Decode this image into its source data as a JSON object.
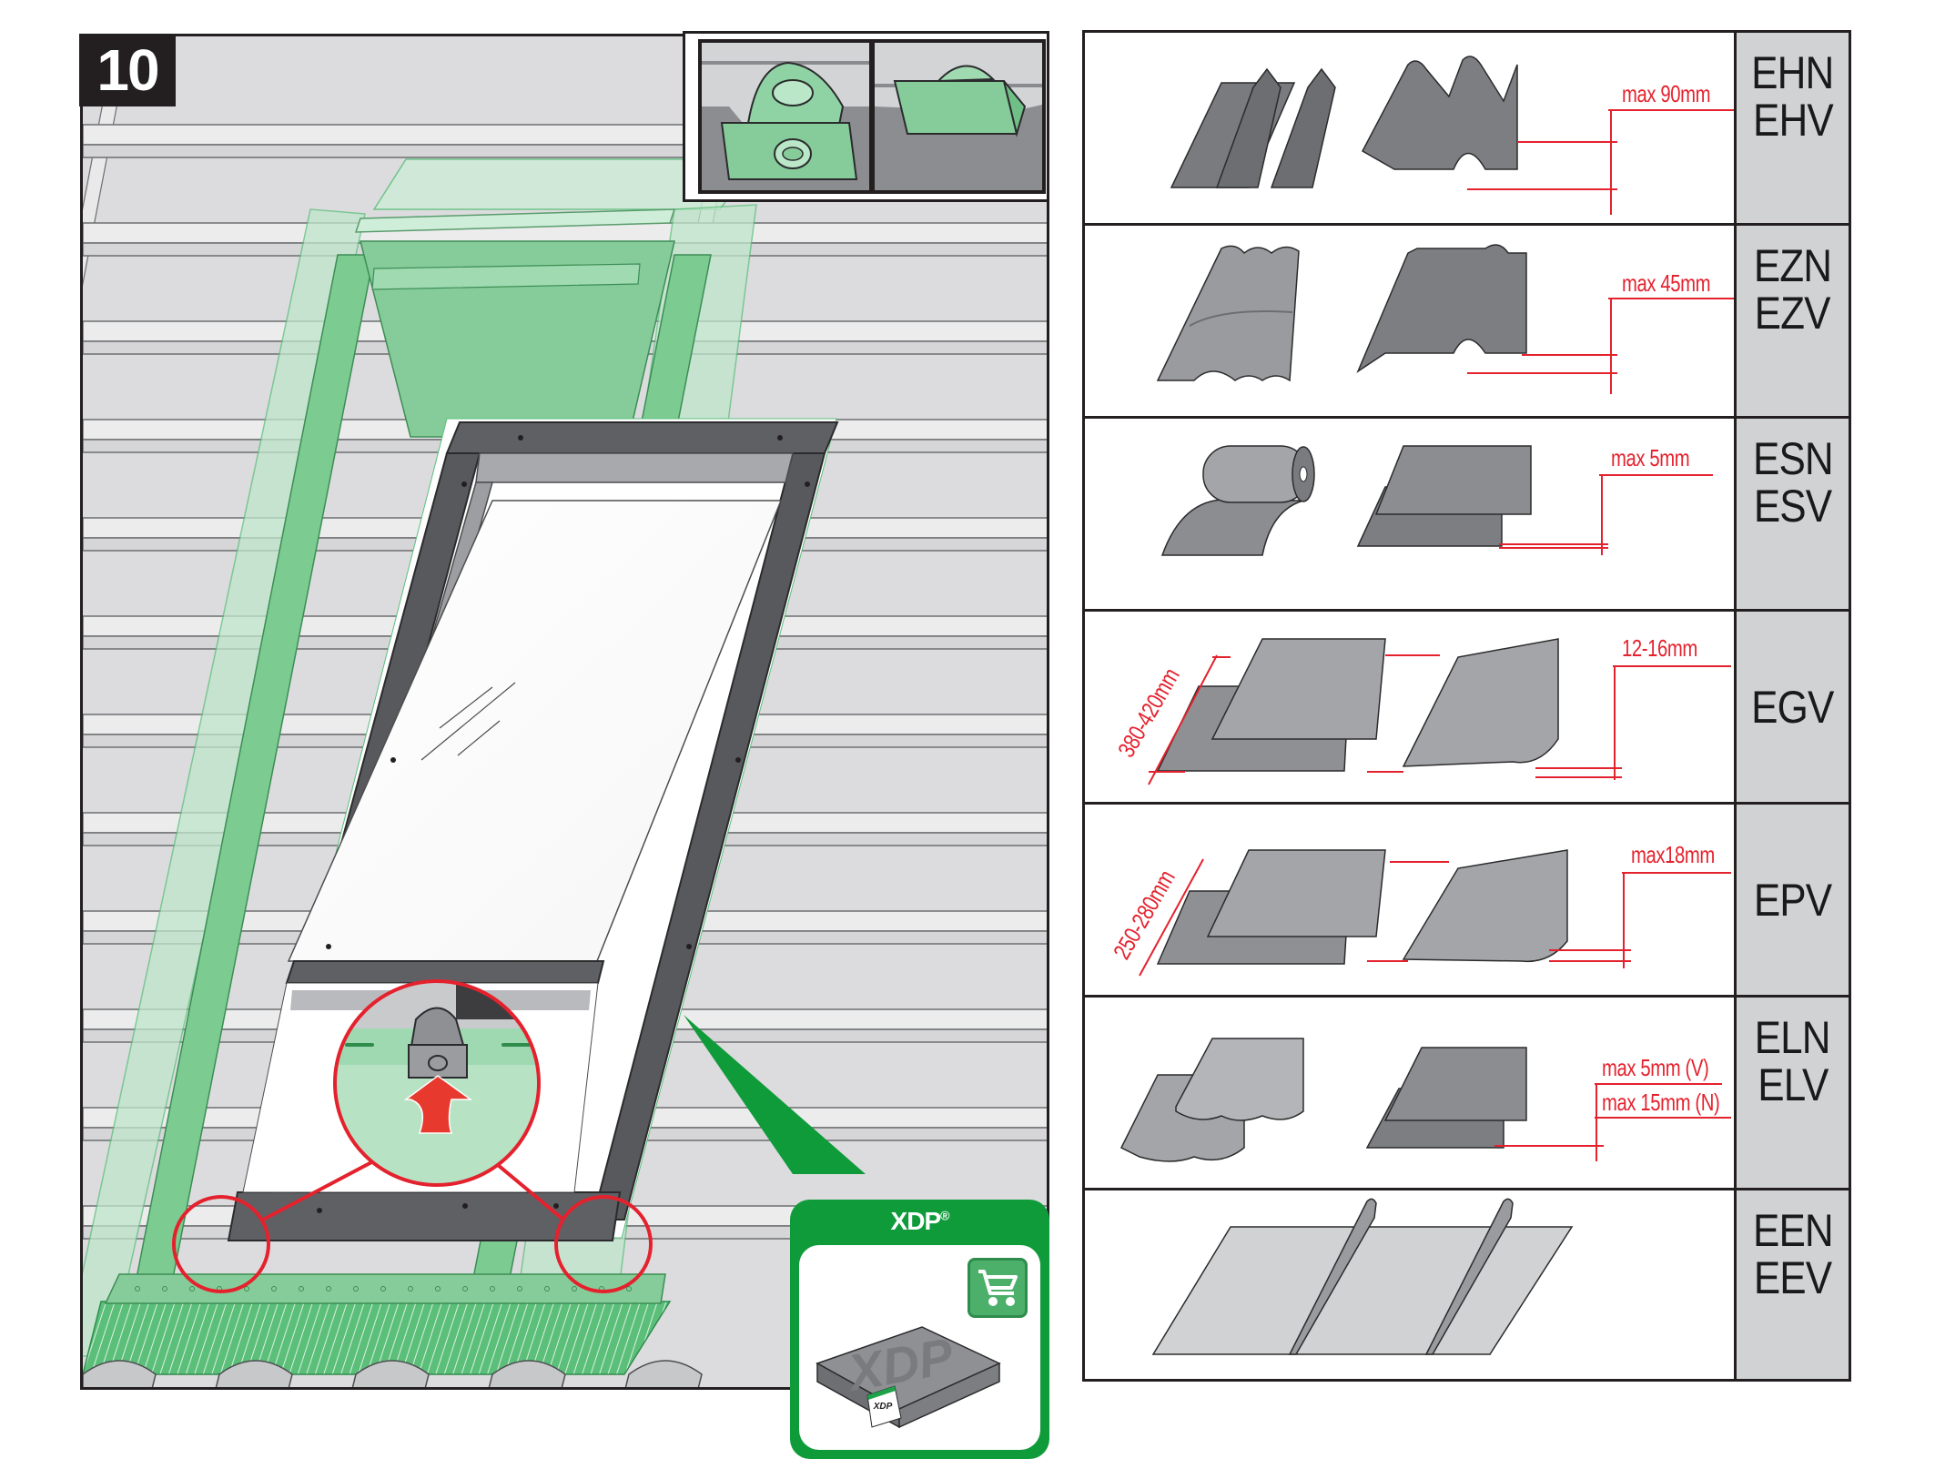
{
  "step": {
    "number": "10"
  },
  "product_callout": {
    "title": "XDP",
    "trademark": "®",
    "box_label": "XDP",
    "sticker_label": "XDP",
    "cart_icon": "shopping-cart-icon"
  },
  "colors": {
    "flashing_green": "#86cc9a",
    "flashing_light": "#cdebd6",
    "brand_green": "#0f9b3a",
    "frame_dark": "#5f6064",
    "highlight_red": "#e4222e",
    "code_cell_bg": "#d1d2d4",
    "roof_gray": "#dcdcde"
  },
  "table": {
    "rows": [
      {
        "codes": [
          "EHN",
          "EHV"
        ],
        "dimension": "max 90mm",
        "materials": [
          "profiled-metal-sheet",
          "high-profile-tile"
        ]
      },
      {
        "codes": [
          "EZN",
          "EZV"
        ],
        "dimension": "max 45mm",
        "materials": [
          "interlocking-tile",
          "low-profile-tile"
        ]
      },
      {
        "codes": [
          "ESN",
          "ESV"
        ],
        "dimension": "max 5mm",
        "materials": [
          "roll-roofing",
          "flat-shingles"
        ]
      },
      {
        "codes": [
          "EGV"
        ],
        "dimension": "12-16mm",
        "dimension_left": "380-420mm",
        "materials": [
          "plain-tiles-double-lap",
          "beaver-tail-double-lap"
        ]
      },
      {
        "codes": [
          "EPV"
        ],
        "dimension": "max18mm",
        "dimension_left": "250-280mm",
        "materials": [
          "plain-tiles",
          "beaver-tail-tiles"
        ]
      },
      {
        "codes": [
          "ELN",
          "ELV"
        ],
        "dimension": "max 5mm (V)",
        "dimension2": "max 15mm (N)",
        "materials": [
          "scalloped-shingles",
          "slate-shingles"
        ]
      },
      {
        "codes": [
          "EEN",
          "EEV"
        ],
        "dimension": "",
        "materials": [
          "standing-seam-metal"
        ]
      }
    ]
  }
}
